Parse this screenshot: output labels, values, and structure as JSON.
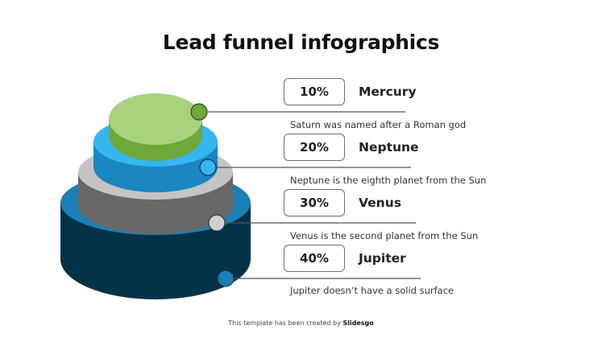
{
  "title": "Lead funnel infographics",
  "colors": {
    "mercury_top": "#a9d27f",
    "mercury_side": "#6ea73a",
    "mercury_dot": "#6ea73a",
    "neptune_top": "#35b6f0",
    "neptune_side": "#1a86c2",
    "neptune_dot": "#35b6f0",
    "venus_top": "#c4c4c4",
    "venus_side": "#686868",
    "venus_dot": "#d0d0d0",
    "jupiter_top": "#1a80b6",
    "jupiter_side": "#043249",
    "jupiter_dot": "#1a80b6",
    "line": "#555555"
  },
  "items": [
    {
      "percent": "10%",
      "name": "Mercury",
      "description": "Saturn was named after a Roman god"
    },
    {
      "percent": "20%",
      "name": "Neptune",
      "description": "Neptune is the eighth planet from the Sun"
    },
    {
      "percent": "30%",
      "name": "Venus",
      "description": "Venus is the second planet from the Sun"
    },
    {
      "percent": "40%",
      "name": "Jupiter",
      "description": "Jupiter doesn’t have a solid surface"
    }
  ],
  "footer": {
    "prefix": "This template has been created by ",
    "brand": "Slidesgo"
  }
}
